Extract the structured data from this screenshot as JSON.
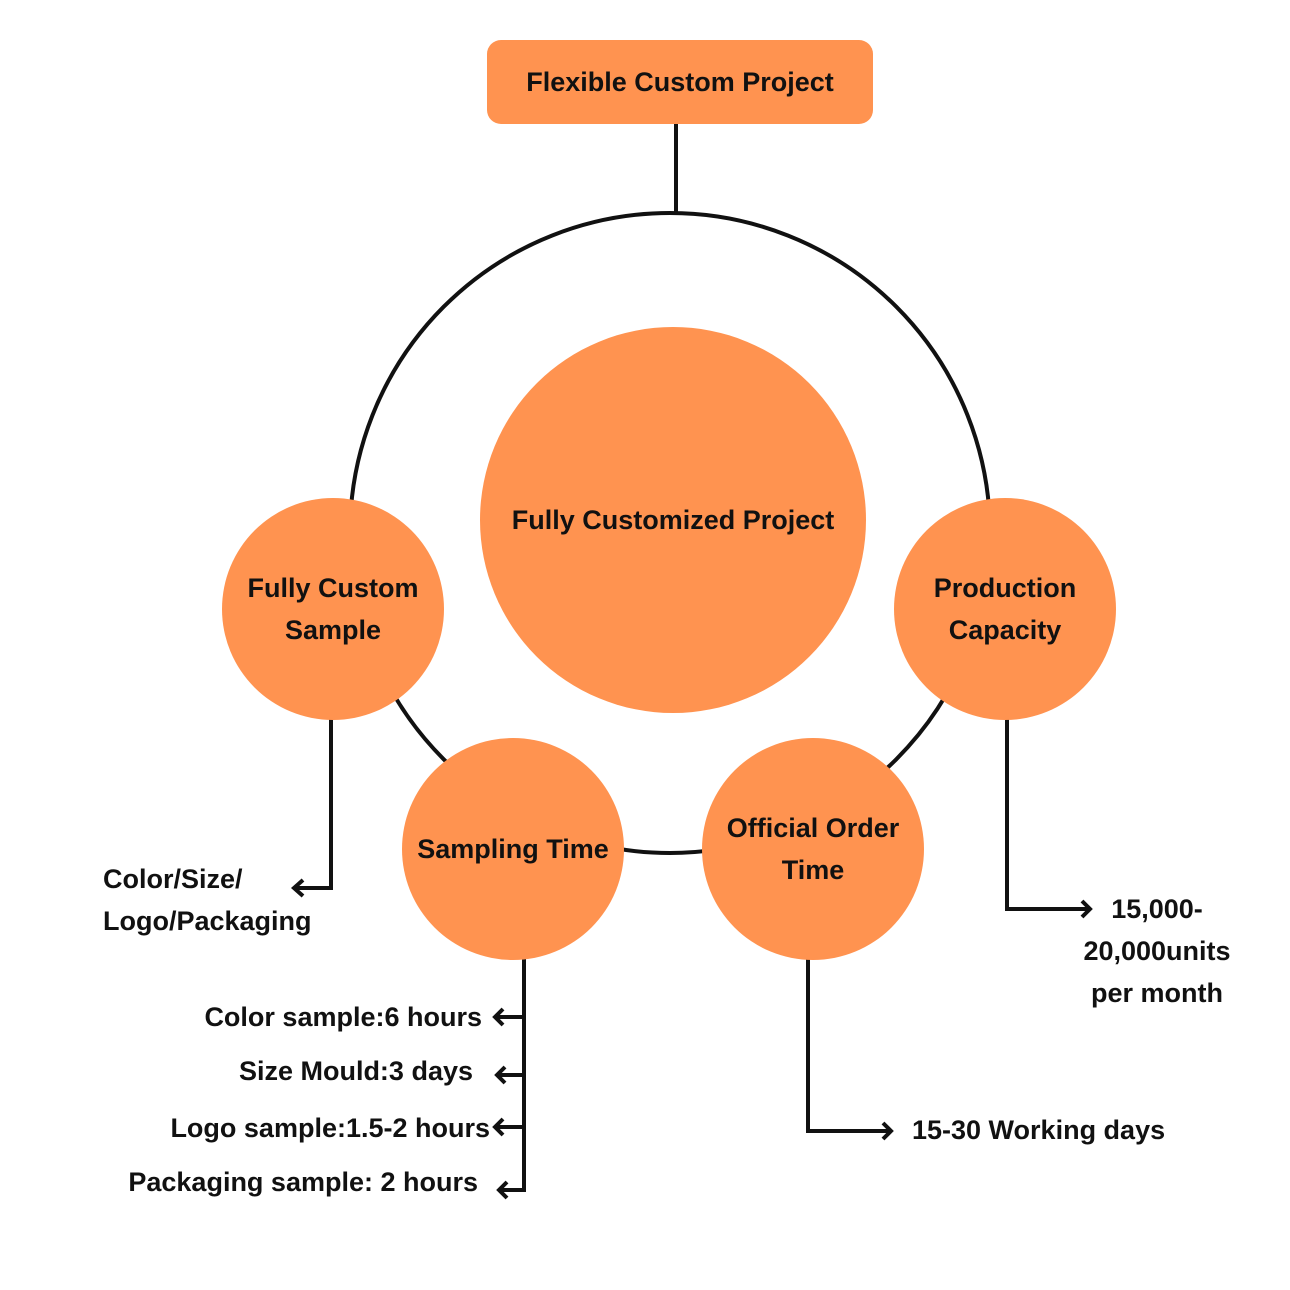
{
  "title": "Flexible Custom Project",
  "center": "Fully Customized Project",
  "colors": {
    "node_fill": "#FF9350",
    "line": "#111111"
  },
  "nodes": {
    "sample": {
      "label_line1": "Fully Custom",
      "label_line2": "Sample",
      "details": [
        "Color/Size/",
        "Logo/Packaging"
      ]
    },
    "sampling_time": {
      "label": "Sampling Time",
      "details": [
        "Color sample:6 hours",
        "Size Mould:3 days",
        "Logo sample:1.5-2 hours",
        "Packaging sample: 2 hours"
      ]
    },
    "order_time": {
      "label_line1": "Official Order",
      "label_line2": "Time",
      "details": [
        "15-30 Working days"
      ]
    },
    "capacity": {
      "label_line1": "Production",
      "label_line2": "Capacity",
      "details": [
        "15,000-",
        "20,000units",
        "per month"
      ]
    }
  }
}
